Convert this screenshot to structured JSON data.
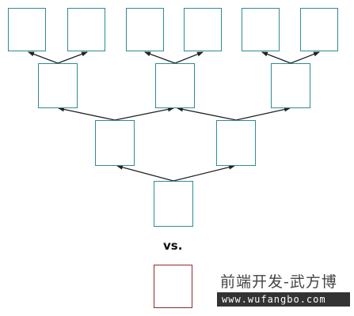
{
  "diagram": {
    "separator_text": "vs.",
    "tree_border_color": "#2e8b94",
    "alt_border_color": "#8e2b2b",
    "arrow_color": "#222222",
    "levels": [
      {
        "level": 1,
        "node_count": 1
      },
      {
        "level": 2,
        "node_count": 2
      },
      {
        "level": 3,
        "node_count": 3
      },
      {
        "level": 4,
        "node_count": 6
      }
    ]
  },
  "watermark": {
    "title": "前端开发-武方博",
    "url": "www.wufangbo.com"
  }
}
